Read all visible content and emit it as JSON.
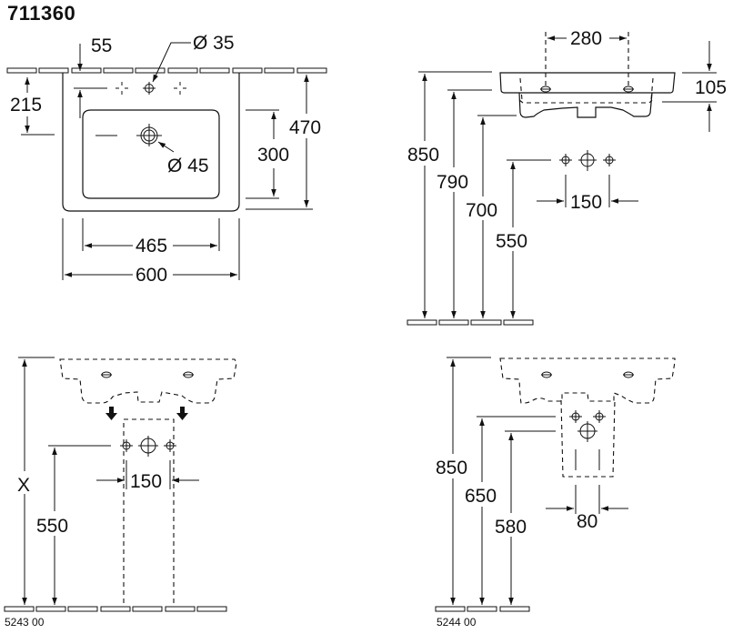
{
  "title": "711360",
  "top_view": {
    "dims": {
      "tap_offset": "55",
      "tap_hole": "Ø 35",
      "tap_depth": "215",
      "waste_hole": "Ø 45",
      "bowl_depth": "300",
      "total_depth": "470",
      "bowl_width": "465",
      "total_width": "600"
    }
  },
  "side_view": {
    "dims": {
      "fixing_spacing": "280",
      "rim_height": "105",
      "height_top": "850",
      "height_rim_bottom": "790",
      "height_bottom": "700",
      "supply_height": "550",
      "supply_spacing": "150"
    }
  },
  "pedestal_view": {
    "dims": {
      "height_x": "X",
      "supply_height": "550",
      "supply_spacing": "150"
    },
    "part_number": "5243 00"
  },
  "semi_pedestal_view": {
    "dims": {
      "height_top": "850",
      "supply_height": "650",
      "waste_height": "580",
      "spacing": "80"
    },
    "part_number": "5244 00"
  }
}
